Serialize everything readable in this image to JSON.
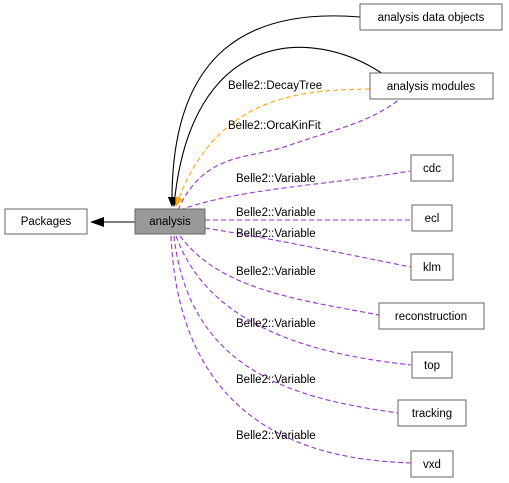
{
  "colors": {
    "solid_edge": "#000000",
    "variable_edge": "#9a32cd",
    "decaytree_edge": "#ffa500",
    "active_node_fill": "#999999",
    "node_border": "#666666"
  },
  "nodes": {
    "packages": "Packages",
    "analysis": "analysis",
    "analysis_data_objects": "analysis data objects",
    "analysis_modules": "analysis modules",
    "cdc": "cdc",
    "ecl": "ecl",
    "klm": "klm",
    "reconstruction": "reconstruction",
    "top": "top",
    "tracking": "tracking",
    "vxd": "vxd"
  },
  "edge_labels": {
    "decay_tree": "Belle2::DecayTree",
    "orca_kin_fit": "Belle2::OrcaKinFit",
    "cdc": "Belle2::Variable",
    "ecl": "Belle2::Variable",
    "klm": "Belle2::Variable",
    "reconstruction": "Belle2::Variable",
    "top": "Belle2::Variable",
    "tracking": "Belle2::Variable",
    "vxd": "Belle2::Variable"
  }
}
